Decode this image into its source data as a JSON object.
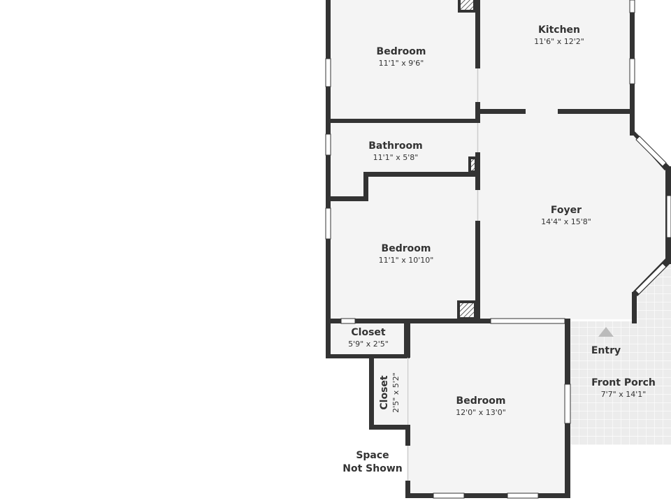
{
  "rooms": {
    "bedroom_top": {
      "name": "Bedroom",
      "dims": "11'1\" x 9'6\""
    },
    "kitchen": {
      "name": "Kitchen",
      "dims": "11'6\" x 12'2\""
    },
    "bathroom": {
      "name": "Bathroom",
      "dims": "11'1\" x 5'8\""
    },
    "foyer": {
      "name": "Foyer",
      "dims": "14'4\" x 15'8\""
    },
    "bedroom_mid": {
      "name": "Bedroom",
      "dims": "11'1\" x 10'10\""
    },
    "closet_a": {
      "name": "Closet",
      "dims": "5'9\" x 2'5\""
    },
    "closet_b": {
      "name": "Closet",
      "dims": "2'5\" x 5'2\""
    },
    "bedroom_bottom": {
      "name": "Bedroom",
      "dims": "12'0\" x 13'0\""
    },
    "front_porch": {
      "name": "Front Porch",
      "dims": "7'7\" x 14'1\""
    }
  },
  "labels": {
    "entry": "Entry",
    "space_line1": "Space",
    "space_line2": "Not Shown"
  },
  "colors": {
    "wall": "#333333",
    "floor": "#f4f4f4",
    "porch": "#ececec",
    "window": "#ffffff",
    "hatch": "#333333",
    "arrow": "#bbbbbb"
  }
}
